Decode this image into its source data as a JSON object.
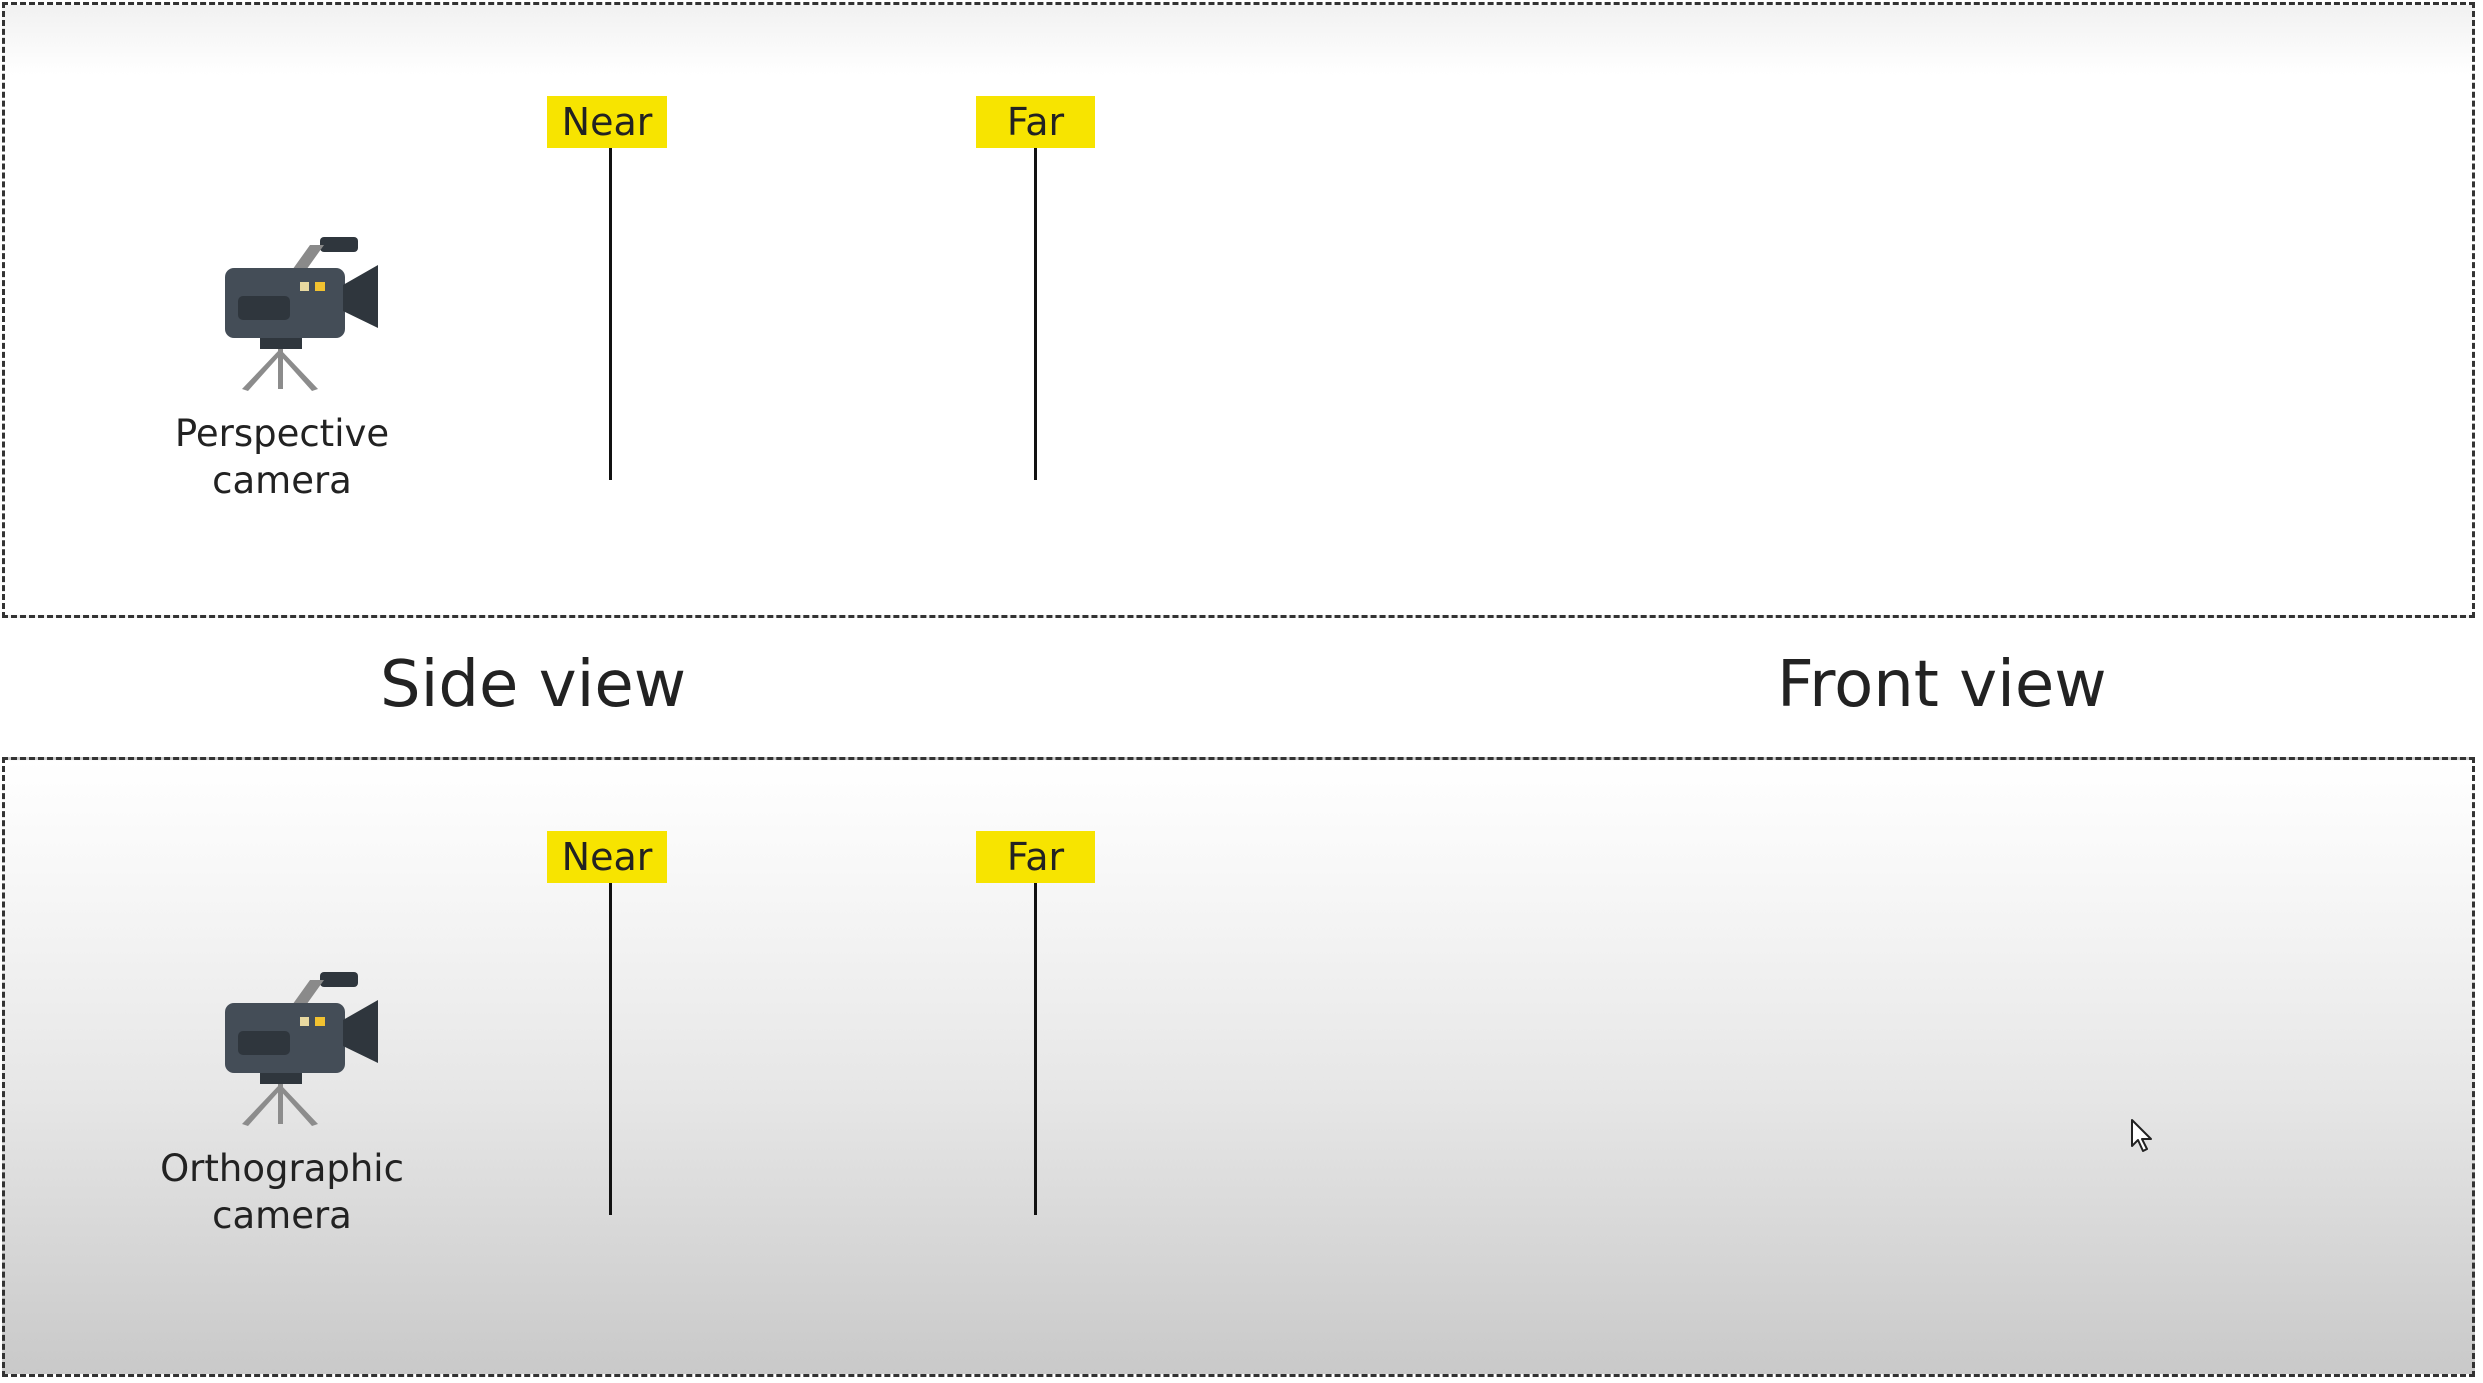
{
  "diagram": {
    "top": {
      "camera_label_line1": "Perspective",
      "camera_label_line2": "camera",
      "near_label": "Near",
      "far_label": "Far"
    },
    "side_heading": "Side view",
    "front_heading": "Front view",
    "bottom": {
      "camera_label_line1": "Orthographic",
      "camera_label_line2": "camera",
      "near_label": "Near",
      "far_label": "Far"
    }
  },
  "colors": {
    "tag_background": "#f7e400",
    "camera_body": "#444d57",
    "camera_light": "#f2c230",
    "tripod": "#8c8c8c"
  },
  "icons": [
    "video-camera-icon",
    "mouse-cursor-icon"
  ]
}
